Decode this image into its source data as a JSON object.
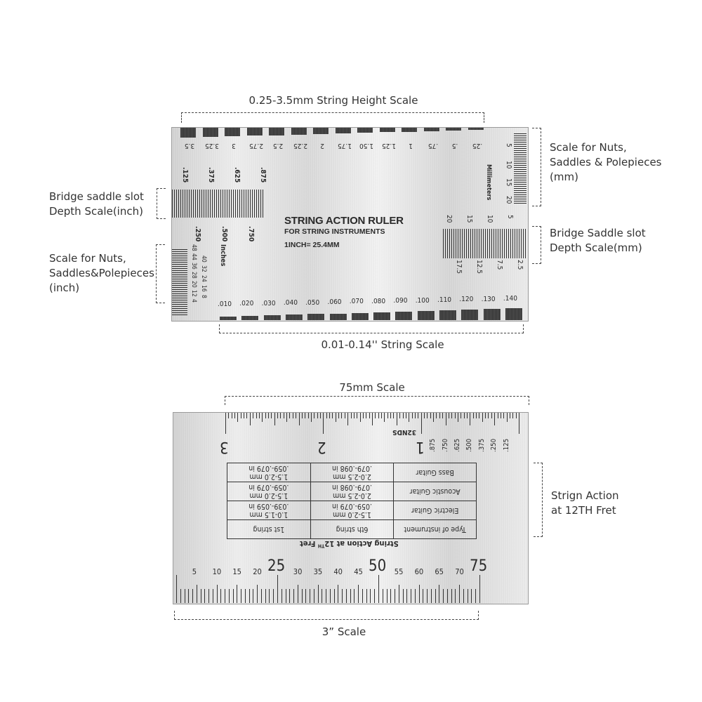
{
  "callouts": {
    "string_height": "0.25-3.5mm String Height Scale",
    "nuts_mm": "Scale for Nuts,\nSaddles & Polepieces\n(mm)",
    "bridge_inch": "Bridge saddle slot\nDepth Scale(inch)",
    "bridge_mm": "Bridge Saddle slot\nDepth Scale(mm)",
    "nuts_inch": "Scale for Nuts,\nSaddles&Polepieces\n(inch)",
    "string_scale": "0.01-0.14'' String Scale",
    "scale_75": "75mm Scale",
    "action": "Strign Action\nat 12TH Fret",
    "scale_3in": "3” Scale"
  },
  "top_ruler": {
    "title": "STRING ACTION RULER",
    "subtitle": "FOR STRING  INSTRUMENTS",
    "conversion": "1INCH= 25.4MM",
    "height_labels": [
      "3.5",
      "3.25",
      "3",
      "2.75",
      "2.5",
      "2.25",
      "2",
      "1.75",
      "1.50",
      "1.25",
      "1",
      ".75",
      ".5",
      ".25"
    ],
    "string_labels": [
      ".010",
      ".020",
      ".030",
      ".040",
      ".050",
      ".060",
      ".070",
      ".080",
      ".090",
      ".100",
      ".110",
      ".120",
      ".130",
      ".140"
    ],
    "inch_top_labels": [
      ".125",
      ".375",
      ".625",
      ".875"
    ],
    "inch_bottom_labels": [
      ".250",
      ".500",
      ".750"
    ],
    "inches_word": "Inches",
    "millimeters_word": "Millimeters",
    "mm_scale_labels": [
      "5",
      "10",
      "15",
      "20"
    ],
    "bridge_mm_top": [
      "20",
      "15",
      "10",
      "5"
    ],
    "bridge_mm_bottom": [
      "17.5",
      "12.5",
      "7.5",
      "2.5"
    ],
    "nut_inch_labels_a": [
      "48",
      "44",
      "36",
      "28",
      "20",
      "12",
      "4"
    ],
    "nut_inch_labels_b": [
      "40",
      "32",
      "24",
      "16",
      "8"
    ]
  },
  "bottom_ruler": {
    "inch_labels": [
      "3",
      "2",
      "1"
    ],
    "frac_labels": [
      ".875",
      ".750",
      ".625",
      ".500",
      ".375",
      ".250",
      ".125"
    ],
    "nds": "32NDS",
    "mm_big": [
      "25",
      "50",
      "75"
    ],
    "mm_small_left": [
      "5",
      "10",
      "15",
      "20"
    ],
    "mm_small_mid": [
      "30",
      "35",
      "40",
      "45"
    ],
    "mm_small_right": [
      "55",
      "60",
      "65",
      "70"
    ],
    "table_caption": "String Action at 12",
    "table_caption_sup": "TH",
    "table_caption_end": " Fret",
    "table": {
      "headers": [
        "Type of instrument",
        "6th string",
        "1st string"
      ],
      "rows": [
        [
          "Electric Guitar",
          "1.5-2.0 mm\n.059-.079 in",
          "1.0-1.5 mm\n.039-.059 in"
        ],
        [
          "Acoustic Guitar",
          "2.0-2.5 mm\n.079-.098 in",
          "1.5-2.0 mm\n.059-.079 in"
        ],
        [
          "Bass Guitar",
          "2.0-2.5 mm\n.079-.098 in",
          "1.5-2.0 mm\n.059-.079 in"
        ]
      ]
    }
  }
}
